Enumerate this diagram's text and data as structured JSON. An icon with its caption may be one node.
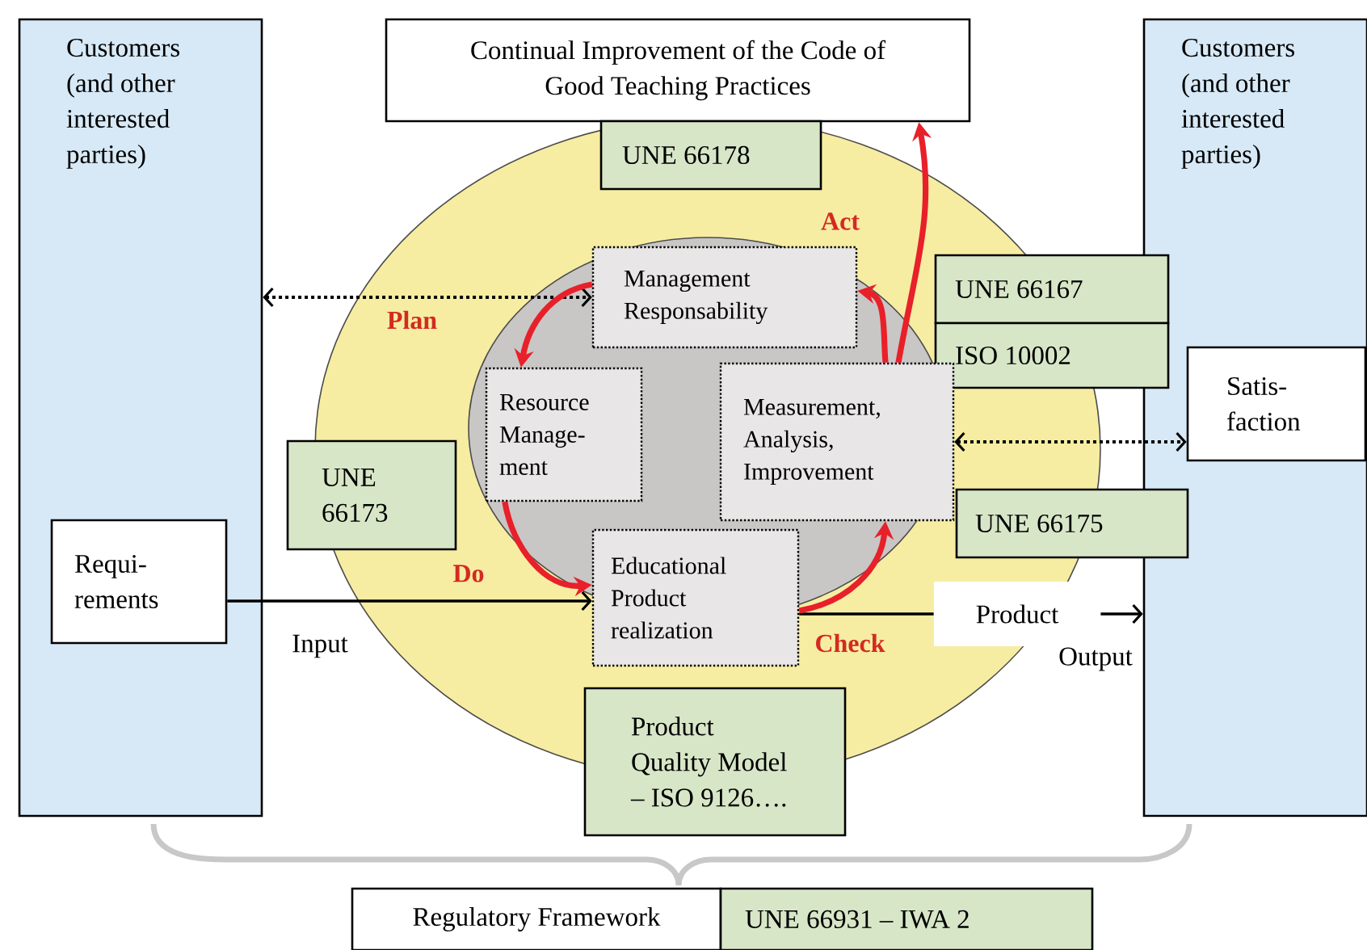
{
  "diagram": {
    "nodes": [
      {
        "text": [
          "Customers (and other interested parties)"
        ]
      },
      {
        "text": [
          "Requi- rements"
        ],
        "in": 0
      },
      {
        "text": [
          "Continual Improvement of the Code of Good Teaching Practices"
        ]
      },
      {
        "text": [
          "Customers (and other interested parties)"
        ]
      },
      {
        "text": [
          "UNE 66178"
        ]
      },
      {
        "text": [
          "Management Responsability"
        ]
      },
      {
        "text": [
          "UNE 66167"
        ]
      },
      {
        "text": [
          "ISO 10002"
        ]
      },
      {
        "text": [
          "Satis- faction"
        ],
        "in": 3
      },
      {
        "text": [
          "Resource Manage- ment"
        ]
      },
      {
        "text": [
          "Measurement, Analysis, Improvement"
        ]
      },
      {
        "text": [
          "UNE 66173"
        ]
      },
      {
        "text": [
          "Educational Product realization"
        ]
      },
      {
        "text": [
          "UNE 66175"
        ]
      },
      {
        "text": [
          "Product"
        ]
      },
      {
        "text": [
          "Product Quality Model – ISO 9126…."
        ]
      },
      {
        "text": [
          "Regulatory Framework"
        ]
      },
      {
        "text": [
          "UNE 66931 – IWA 2"
        ]
      }
    ],
    "edges": [
      {
        "from": 0,
        "to": 5,
        "arrow": "both",
        "style": "dashed"
      },
      {
        "from": 10,
        "to": 8,
        "arrow": "both",
        "style": "dashed"
      },
      {
        "from": 1,
        "to": 12,
        "arrow": "to"
      },
      {
        "from": 12,
        "to": 14,
        "arrow": "none"
      },
      {
        "from": 14,
        "to": 3,
        "arrow": "to"
      },
      {
        "from": 5,
        "to": 9,
        "arrow": "to",
        "style": "thick",
        "color": "#e8202a"
      },
      {
        "from": 9,
        "to": 12,
        "arrow": "to",
        "style": "thick",
        "color": "#e8202a"
      },
      {
        "from": 12,
        "to": 10,
        "arrow": "to",
        "style": "thick",
        "color": "#e8202a"
      },
      {
        "from": 10,
        "to": 5,
        "arrow": "to",
        "style": "thick",
        "color": "#e8202a"
      },
      {
        "from": 10,
        "to": 2,
        "arrow": "to",
        "style": "thick",
        "color": "#e8202a"
      }
    ],
    "labels": [
      "Act",
      "Plan",
      "Do",
      "Input",
      "Check",
      "Output"
    ]
  }
}
